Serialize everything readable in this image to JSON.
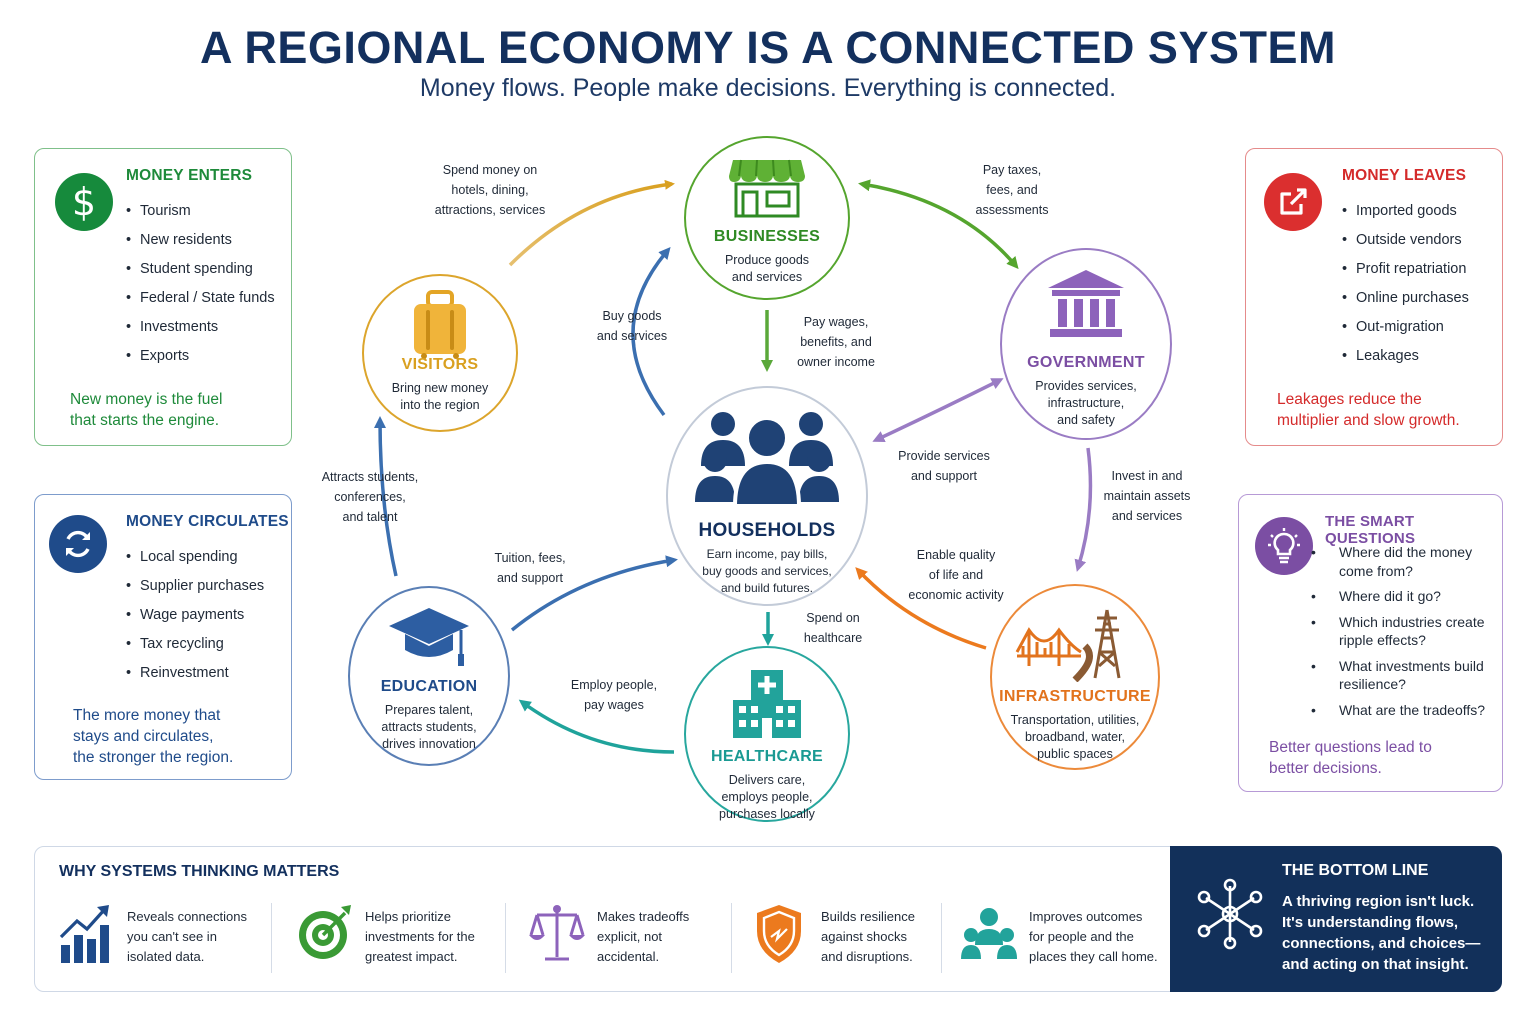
{
  "title": "A REGIONAL ECONOMY IS A CONNECTED SYSTEM",
  "subtitle": "Money flows. People make decisions. Everything is connected.",
  "colors": {
    "navy": "#13305e",
    "green": "#1e8a3a",
    "red": "#d42a2a",
    "blue": "#1f4b8a",
    "purple": "#7b4ea3",
    "yellow": "#d9a020",
    "orange": "#e2731d",
    "teal": "#1a9a93"
  },
  "panels": {
    "money_enters": {
      "title": "MONEY ENTERS",
      "icon": "dollar-icon",
      "items": [
        "Tourism",
        "New residents",
        "Student spending",
        "Federal / State funds",
        "Investments",
        "Exports"
      ],
      "note": [
        "New money is the fuel",
        "that starts the engine."
      ]
    },
    "money_leaves": {
      "title": "MONEY LEAVES",
      "icon": "exit-arrow-icon",
      "items": [
        "Imported goods",
        "Outside vendors",
        "Profit repatriation",
        "Online purchases",
        "Out-migration",
        "Leakages"
      ],
      "note": [
        "Leakages reduce the",
        "multiplier and slow growth."
      ]
    },
    "money_circulates": {
      "title": "MONEY CIRCULATES",
      "icon": "refresh-icon",
      "items": [
        "Local spending",
        "Supplier purchases",
        "Wage payments",
        "Tax recycling",
        "Reinvestment"
      ],
      "note": [
        "The more money that",
        "stays and circulates,",
        "the stronger the region."
      ]
    },
    "smart_questions": {
      "title": "THE SMART QUESTIONS",
      "icon": "lightbulb-icon",
      "items": [
        "Where did the money come from?",
        "Where did it go?",
        "Which industries create ripple effects?",
        "What investments build resilience?",
        "What are the tradeoffs?"
      ],
      "note": [
        "Better questions lead to",
        "better decisions."
      ]
    }
  },
  "nodes": {
    "businesses": {
      "label": "BUSINESSES",
      "desc": [
        "Produce goods",
        "and services"
      ],
      "icon": "storefront-icon"
    },
    "visitors": {
      "label": "VISITORS",
      "desc": [
        "Bring new money",
        "into the region"
      ],
      "icon": "suitcase-icon"
    },
    "government": {
      "label": "GOVERNMENT",
      "desc": [
        "Provides services,",
        "infrastructure,",
        "and safety"
      ],
      "icon": "capitol-icon"
    },
    "households": {
      "label": "HOUSEHOLDS",
      "desc": [
        "Earn income, pay bills,",
        "buy goods and services,",
        "and build futures."
      ],
      "icon": "people-icon"
    },
    "education": {
      "label": "EDUCATION",
      "desc": [
        "Prepares talent,",
        "attracts students,",
        "drives innovation"
      ],
      "icon": "graduation-cap-icon"
    },
    "healthcare": {
      "label": "HEALTHCARE",
      "desc": [
        "Delivers care,",
        "employs people,",
        "purchases locally"
      ],
      "icon": "hospital-icon"
    },
    "infrastructure": {
      "label": "INFRASTRUCTURE",
      "desc": [
        "Transportation, utilities,",
        "broadband, water,",
        "public spaces"
      ],
      "icon": "bridge-tower-icon"
    }
  },
  "flows": {
    "visitors_to_businesses": [
      "Spend money on",
      "hotels, dining,",
      "attractions, services"
    ],
    "businesses_government": [
      "Pay taxes,",
      "fees, and",
      "assessments"
    ],
    "households_to_businesses": [
      "Buy goods",
      "and services"
    ],
    "businesses_to_households": [
      "Pay wages,",
      "benefits, and",
      "owner income"
    ],
    "government_to_households": [
      "Provide services",
      "and support"
    ],
    "government_to_infrastructure": [
      "Invest in and",
      "maintain assets",
      "and services"
    ],
    "education_to_visitors": [
      "Attracts students,",
      "conferences,",
      "and talent"
    ],
    "education_to_households": [
      "Tuition, fees,",
      "and support"
    ],
    "infrastructure_to_households": [
      "Enable quality",
      "of life and",
      "economic activity"
    ],
    "households_to_healthcare": [
      "Spend on",
      "healthcare"
    ],
    "healthcare_to_education": [
      "Employ people,",
      "pay wages"
    ]
  },
  "bottom": {
    "title": "WHY SYSTEMS THINKING MATTERS",
    "items": [
      {
        "icon": "growth-chart-icon",
        "text": [
          "Reveals connections",
          "you can't see in",
          "isolated data."
        ]
      },
      {
        "icon": "target-icon",
        "text": [
          "Helps prioritize",
          "investments for the",
          "greatest impact."
        ]
      },
      {
        "icon": "balance-scale-icon",
        "text": [
          "Makes tradeoffs",
          "explicit, not",
          "accidental."
        ]
      },
      {
        "icon": "shield-icon",
        "text": [
          "Builds resilience",
          "against shocks",
          "and disruptions."
        ]
      },
      {
        "icon": "community-icon",
        "text": [
          "Improves outcomes",
          "for people and the",
          "places they call home."
        ]
      }
    ],
    "bottom_line": {
      "title": "THE BOTTOM LINE",
      "icon": "network-icon",
      "text": [
        "A thriving region isn't luck.",
        "It's understanding flows,",
        "connections, and choices—",
        "and acting on that insight."
      ]
    }
  }
}
